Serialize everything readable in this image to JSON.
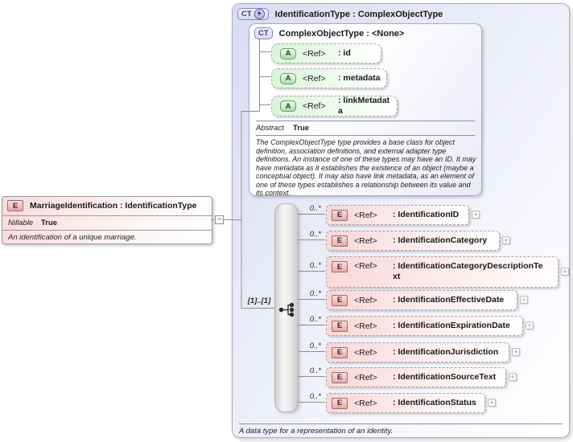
{
  "badges": {
    "complex_type": "CT",
    "element": "E",
    "attribute": "A",
    "expand": "+",
    "collapse": "−"
  },
  "left_element": {
    "badge": "E",
    "title": "MarriageIdentification : IdentificationType",
    "nillable_label": "Nillable",
    "nillable_value": "True",
    "description": "An identification of a unique marriage."
  },
  "type_box": {
    "badge": "CT",
    "title": "IdentificationType : ComplexObjectType",
    "footer": "A data type for a representation of an identity.",
    "base_type": {
      "badge": "CT",
      "title": "ComplexObjectType : <None>",
      "attributes": [
        {
          "badge": "A",
          "ref": "<Ref>",
          "name": ": id"
        },
        {
          "badge": "A",
          "ref": "<Ref>",
          "name": ": metadata"
        },
        {
          "badge": "A",
          "ref": "<Ref>",
          "name": ": linkMetadata"
        }
      ],
      "abstract_label": "Abstract",
      "abstract_value": "True",
      "description": "The ComplexObjectType type provides a base class for object definition, association definitions, and external adapter type definitions. An instance of one of these types may have an ID. It may have metadata as it establishes the existence of an object (maybe a conceptual object). It may also have link metadata, as an element of one of these types establishes a relationship between its value and its context."
    },
    "sequence": {
      "cardinality": "[1]..[1]"
    },
    "elements": [
      {
        "badge": "E",
        "cardinality": "0..*",
        "ref": "<Ref>",
        "name": ": IdentificationID"
      },
      {
        "badge": "E",
        "cardinality": "0..*",
        "ref": "<Ref>",
        "name": ": IdentificationCategory"
      },
      {
        "badge": "E",
        "cardinality": "0..*",
        "ref": "<Ref>",
        "name": ": IdentificationCategoryDescriptionText"
      },
      {
        "badge": "E",
        "cardinality": "0..*",
        "ref": "<Ref>",
        "name": ": IdentificationEffectiveDate"
      },
      {
        "badge": "E",
        "cardinality": "0..*",
        "ref": "<Ref>",
        "name": ": IdentificationExpirationDate"
      },
      {
        "badge": "E",
        "cardinality": "0..*",
        "ref": "<Ref>",
        "name": ": IdentificationJurisdiction"
      },
      {
        "badge": "E",
        "cardinality": "0..*",
        "ref": "<Ref>",
        "name": ": IdentificationSourceText"
      },
      {
        "badge": "E",
        "cardinality": "0..*",
        "ref": "<Ref>",
        "name": ": IdentificationStatus"
      }
    ]
  }
}
